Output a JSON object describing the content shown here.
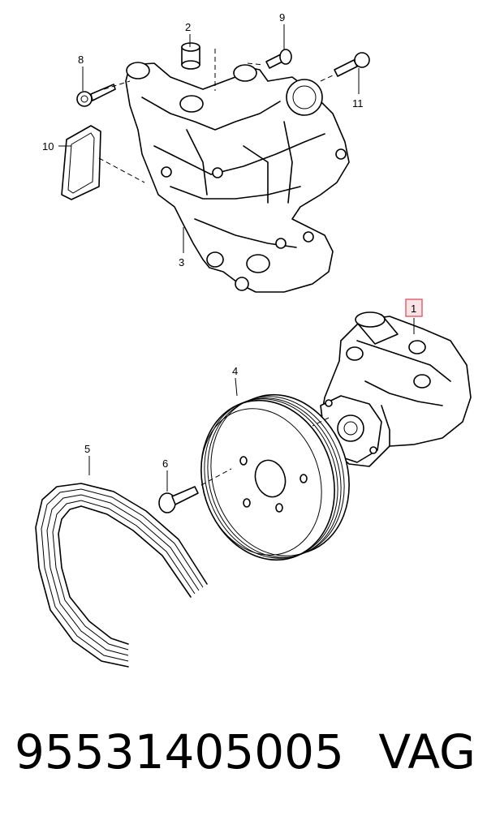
{
  "callouts": {
    "c1": "1",
    "c2": "2",
    "c3": "3",
    "c4": "4",
    "c5": "5",
    "c6": "6",
    "c8": "8",
    "c9": "9",
    "c10": "10",
    "c11": "11"
  },
  "highlight_color": "#e05a6a",
  "footer": {
    "part_number": "95531405005",
    "brand": "VAG"
  }
}
